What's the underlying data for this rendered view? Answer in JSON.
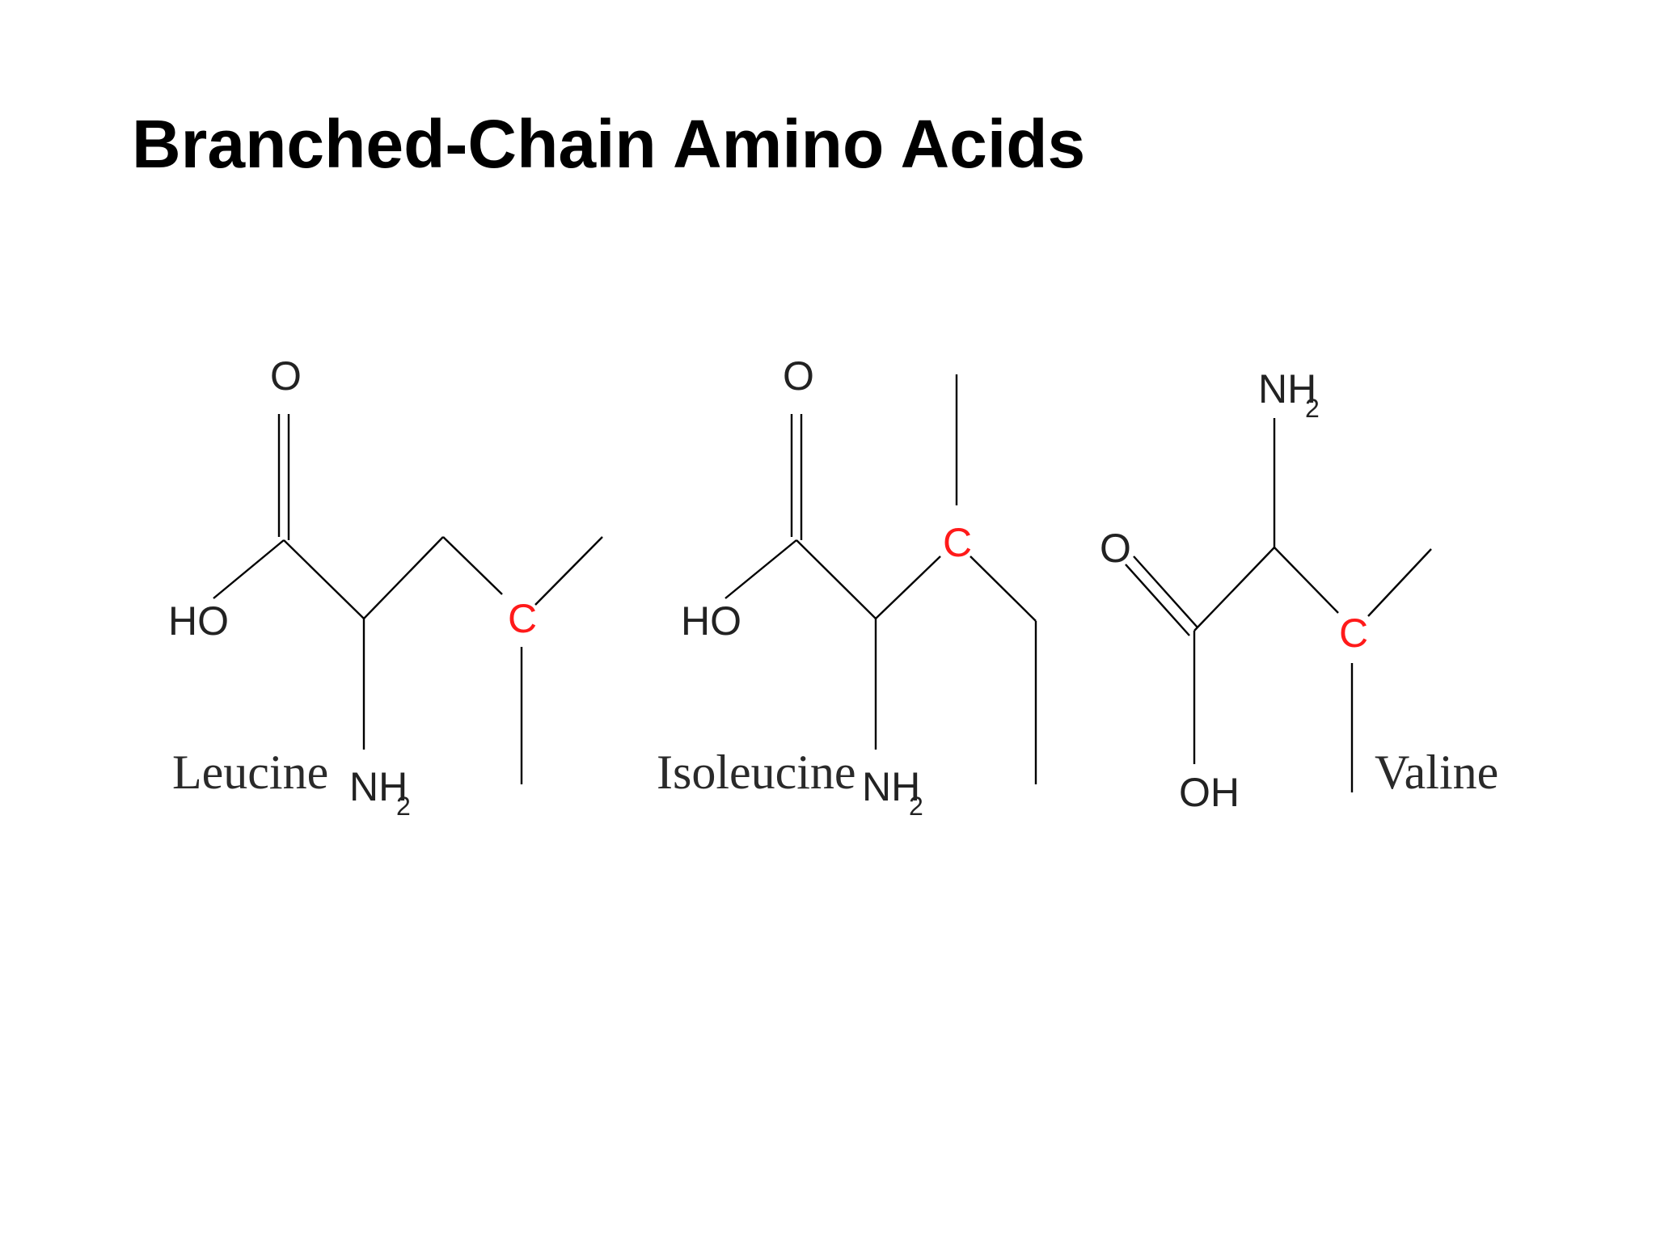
{
  "title": "Branched-Chain Amino Acids",
  "molecules": [
    {
      "name": "Leucine",
      "labels": {
        "carbonyl_oxygen": "O",
        "hydroxyl": "HO",
        "amine": "NH",
        "amine_subscript": "2",
        "highlighted_carbon": "C"
      }
    },
    {
      "name": "Isoleucine",
      "labels": {
        "carbonyl_oxygen": "O",
        "hydroxyl": "HO",
        "amine": "NH",
        "amine_subscript": "2",
        "highlighted_carbon": "C"
      }
    },
    {
      "name": "Valine",
      "labels": {
        "carbonyl_oxygen": "O",
        "hydroxyl": "OH",
        "amine": "NH",
        "amine_subscript": "2",
        "highlighted_carbon": "C"
      }
    }
  ],
  "colors": {
    "bond": "#000000",
    "atom_text": "#222222",
    "highlighted_carbon": "#ff1a1a",
    "background": "#ffffff"
  }
}
